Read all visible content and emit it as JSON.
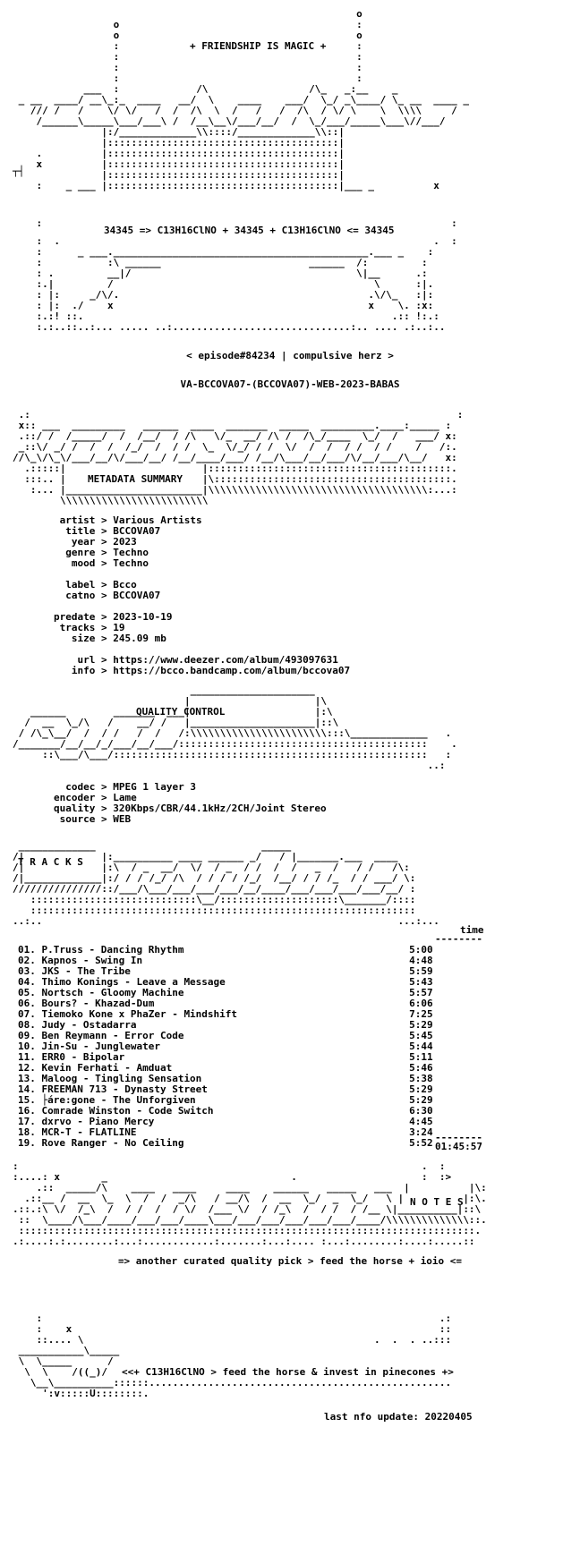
{
  "header": {
    "title": "+ FRIENDSHIP IS MAGIC +",
    "formula": "34345 => C13H16ClNO + 34345 + C13H16ClNO <= 34345"
  },
  "release": {
    "episode": "< episode#84234 | compulsive herz >",
    "name": "VA-BCCOVA07-(BCCOVA07)-WEB-2023-BABAS"
  },
  "metadata": {
    "section_title": "METADATA SUMMARY",
    "fields": [
      {
        "key": "artist",
        "value": "Various Artists"
      },
      {
        "key": "title",
        "value": "BCCOVA07"
      },
      {
        "key": "year",
        "value": "2023"
      },
      {
        "key": "genre",
        "value": "Techno"
      },
      {
        "key": "mood",
        "value": "Techno"
      },
      {
        "key": "",
        "value": ""
      },
      {
        "key": "label",
        "value": "Bcco"
      },
      {
        "key": "catno",
        "value": "BCCOVA07"
      },
      {
        "key": "",
        "value": ""
      },
      {
        "key": "predate",
        "value": "2023-10-19"
      },
      {
        "key": "tracks",
        "value": "19"
      },
      {
        "key": "size",
        "value": "245.09 mb"
      },
      {
        "key": "",
        "value": ""
      },
      {
        "key": "url",
        "value": "https://www.deezer.com/album/493097631"
      },
      {
        "key": "info",
        "value": "https://bcco.bandcamp.com/album/bccova07"
      }
    ]
  },
  "quality": {
    "section_title": "QUALITY CONTROL",
    "fields": [
      {
        "key": "codec",
        "value": "MPEG 1 layer 3"
      },
      {
        "key": "encoder",
        "value": "Lame"
      },
      {
        "key": "quality",
        "value": "320Kbps/CBR/44.1kHz/2CH/Joint Stereo"
      },
      {
        "key": "source",
        "value": "WEB"
      }
    ]
  },
  "tracks": {
    "section_title": "T R A C K S",
    "time_header": "time",
    "items": [
      {
        "no": "01.",
        "title": "P.Truss - Dancing Rhythm",
        "time": "5:00"
      },
      {
        "no": "02.",
        "title": "Kapnos - Swing In",
        "time": "4:48"
      },
      {
        "no": "03.",
        "title": "JKS - The Tribe",
        "time": "5:59"
      },
      {
        "no": "04.",
        "title": "Thimo Konings - Leave a Message",
        "time": "5:43"
      },
      {
        "no": "05.",
        "title": "Nortsch - Gloomy Machine",
        "time": "5:57"
      },
      {
        "no": "06.",
        "title": "Bours? - Khazad-Dum",
        "time": "6:06"
      },
      {
        "no": "07.",
        "title": "Tiemoko Kone x PhaZer - Mindshift",
        "time": "7:25"
      },
      {
        "no": "08.",
        "title": "Judy - Ostadarra",
        "time": "5:29"
      },
      {
        "no": "09.",
        "title": "Ben Reymann - Error Code",
        "time": "5:45"
      },
      {
        "no": "10.",
        "title": "Jin-Su - Junglewater",
        "time": "5:44"
      },
      {
        "no": "11.",
        "title": "ERR0 - Bipolar",
        "time": "5:11"
      },
      {
        "no": "12.",
        "title": "Kevin Ferhati - Amduat",
        "time": "5:46"
      },
      {
        "no": "13.",
        "title": "Maloog - Tingling Sensation",
        "time": "5:38"
      },
      {
        "no": "14.",
        "title": "FREEMAN 713 - Dynasty Street",
        "time": "5:29"
      },
      {
        "no": "15.",
        "title": "├áre:gone - The Unforgiven",
        "time": " 5:29"
      },
      {
        "no": "16.",
        "title": "Comrade Winston - Code Switch",
        "time": "6:30"
      },
      {
        "no": "17.",
        "title": "dxrvo - Piano Mercy",
        "time": "4:45"
      },
      {
        "no": "18.",
        "title": "MCR-T - FLATLINE",
        "time": "3:24"
      },
      {
        "no": "19.",
        "title": "Rove Ranger - No Ceiling",
        "time": "5:52"
      }
    ],
    "total": "01:45:57"
  },
  "notes": {
    "section_title": "N O T E S",
    "text": "=> another curated quality pick > feed the horse + ioio <="
  },
  "footer": {
    "message": "<<+ C13H16ClNO > feed the horse & invest in pinecones +>",
    "last_update": "last nfo update: 20220405"
  }
}
